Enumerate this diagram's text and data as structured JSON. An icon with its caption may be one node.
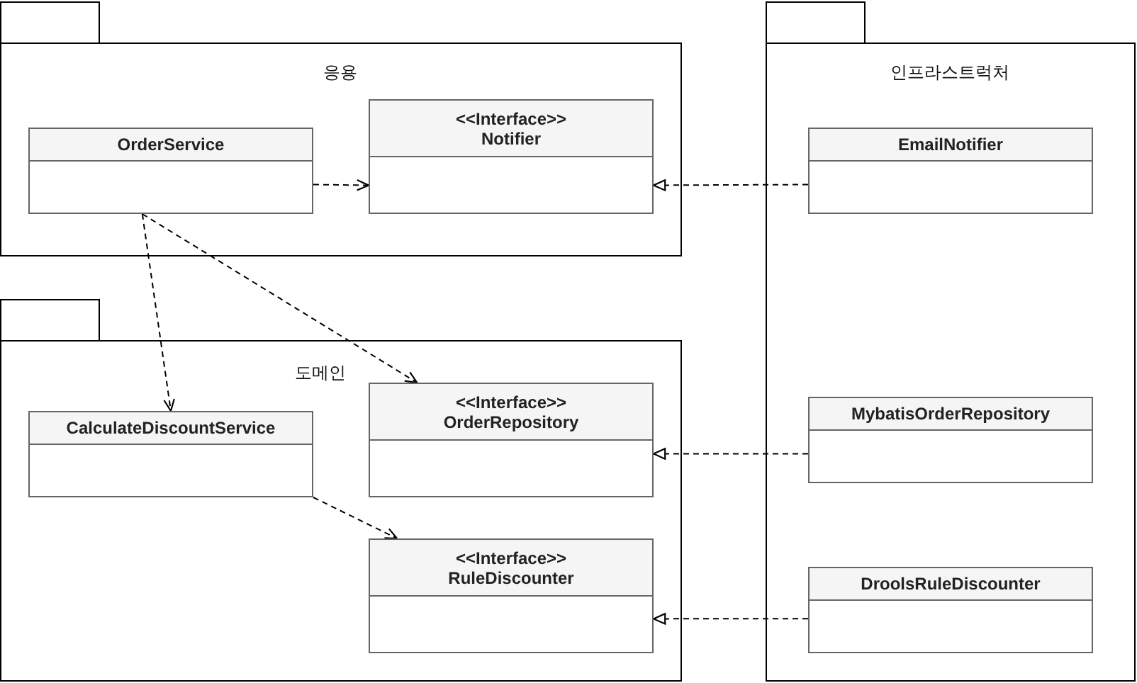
{
  "diagram": {
    "nodes": [
      {
        "text": [
          "응용"
        ]
      },
      {
        "text": [
          "OrderService"
        ],
        "in": 0
      },
      {
        "text": [
          "<<Interface>>",
          "Notifier"
        ],
        "in": 0
      },
      {
        "text": [
          "인프라스트럭처"
        ]
      },
      {
        "text": [
          "EmailNotifier"
        ],
        "in": 3
      },
      {
        "text": [
          "도메인"
        ]
      },
      {
        "text": [
          "CalculateDiscountService"
        ],
        "in": 5
      },
      {
        "text": [
          "<<Interface>>",
          "OrderRepository"
        ],
        "in": 5
      },
      {
        "text": [
          "<<Interface>>",
          "RuleDiscounter"
        ],
        "in": 5
      },
      {
        "text": [
          "MybatisOrderRepository"
        ],
        "in": 3
      },
      {
        "text": [
          "DroolsRuleDiscounter"
        ],
        "in": 3
      }
    ],
    "edges": [
      {
        "from": 1,
        "to": 2,
        "arrow": "to",
        "style": "dashed"
      },
      {
        "from": 4,
        "to": 2,
        "arrow": "to",
        "style": "dashed"
      },
      {
        "from": 1,
        "to": 6,
        "arrow": "to",
        "style": "dashed"
      },
      {
        "from": 1,
        "to": 7,
        "arrow": "to",
        "style": "dashed"
      },
      {
        "from": 6,
        "to": 8,
        "arrow": "to",
        "style": "dashed"
      },
      {
        "from": 9,
        "to": 7,
        "arrow": "to",
        "style": "dashed"
      },
      {
        "from": 10,
        "to": 8,
        "arrow": "to",
        "style": "dashed"
      }
    ]
  }
}
